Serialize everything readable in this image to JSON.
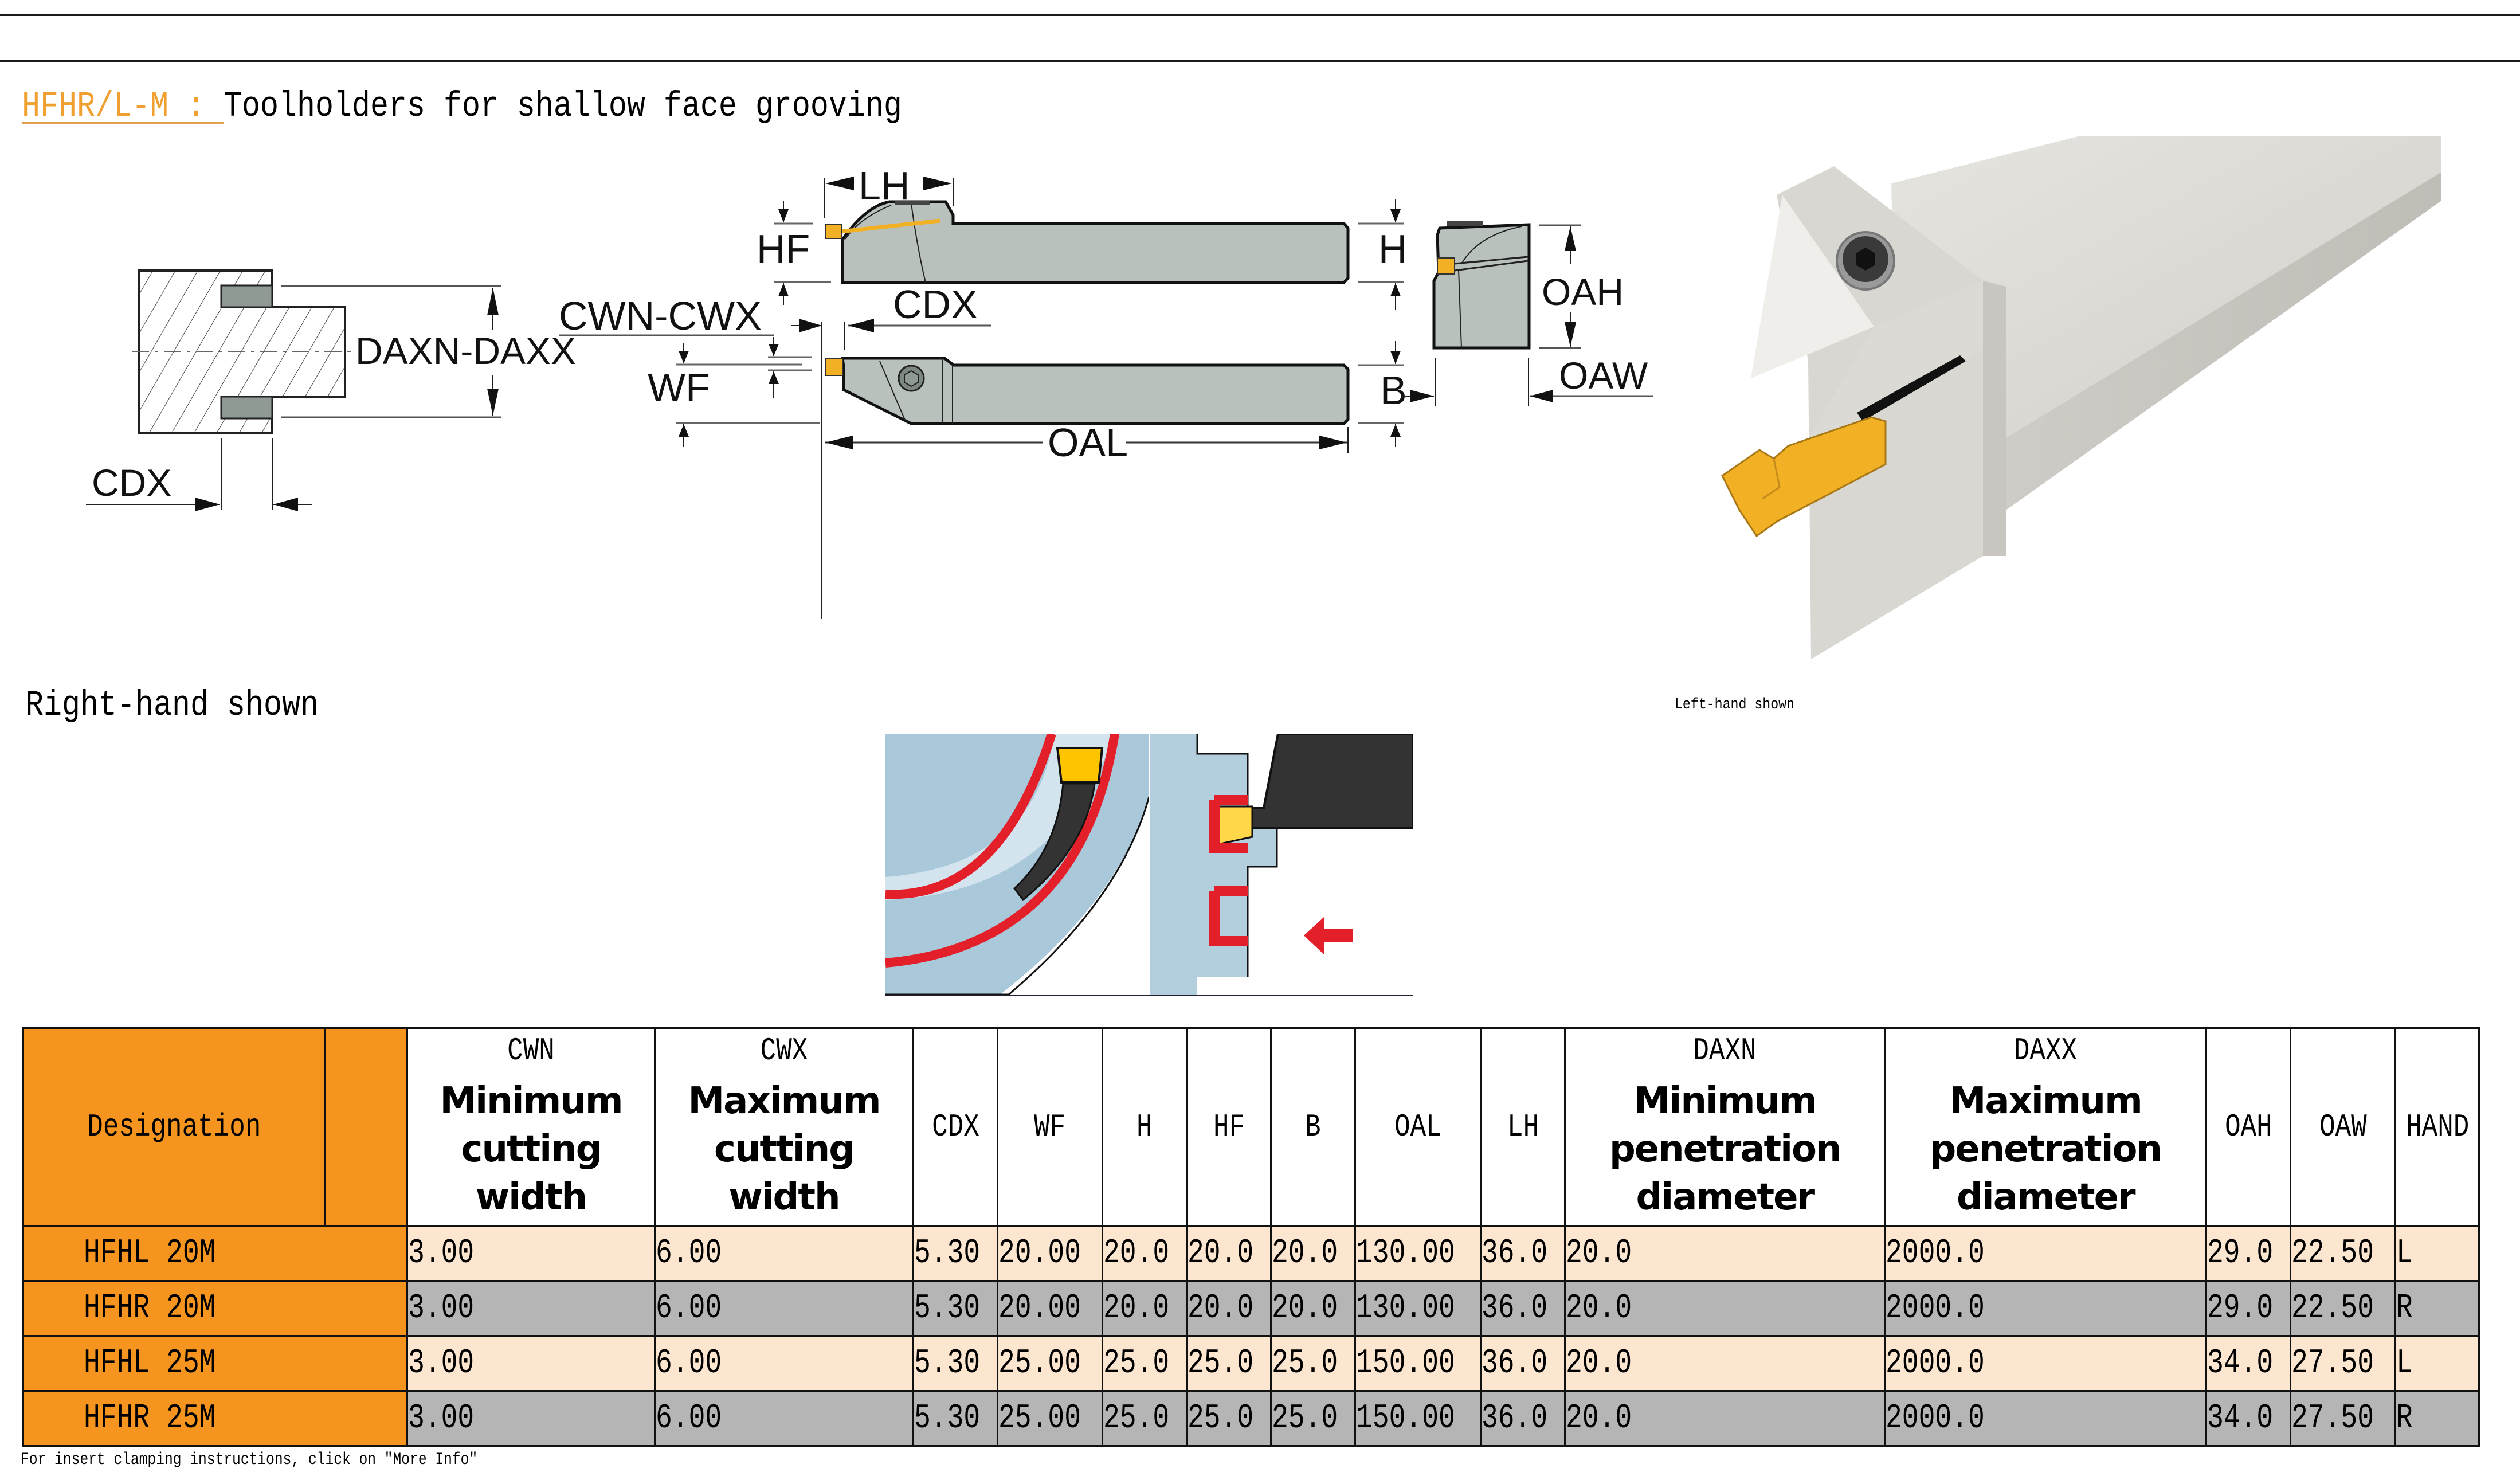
{
  "header": {
    "code": "HFHR/L-M : ",
    "title": "Toolholders for shallow face grooving"
  },
  "captions": {
    "right_hand": "Right-hand shown",
    "left_hand": "Left-hand shown"
  },
  "diagram_labels": {
    "daxn_daxx": "DAXN-DAXX",
    "cdx_left": "CDX",
    "lh": "LH",
    "hf": "HF",
    "h": "H",
    "cdx": "CDX",
    "cwn_cwx": "CWN-CWX",
    "wf": "WF",
    "b": "B",
    "oal": "OAL",
    "oah": "OAH",
    "oaw": "OAW"
  },
  "colors": {
    "accent_orange": "#f5951f",
    "row_light": "#fde6d0",
    "row_grey": "#b5b5b5",
    "insert_yellow": "#f2b124",
    "holder_grey": "#b9c1bc",
    "workpiece_blue": "#a9c8d9",
    "chip_red": "#e3202a"
  },
  "table": {
    "designation_header": "Designation",
    "columns": [
      {
        "code": "CWN",
        "desc": "Minimum cutting width"
      },
      {
        "code": "CWX",
        "desc": "Maximum cutting width"
      },
      {
        "code": "CDX"
      },
      {
        "code": "WF"
      },
      {
        "code": "H"
      },
      {
        "code": "HF"
      },
      {
        "code": "B"
      },
      {
        "code": "OAL"
      },
      {
        "code": "LH"
      },
      {
        "code": "DAXN",
        "desc": "Minimum penetration diameter"
      },
      {
        "code": "DAXX",
        "desc": "Maximum penetration diameter"
      },
      {
        "code": "OAH"
      },
      {
        "code": "OAW"
      },
      {
        "code": "HAND"
      }
    ],
    "rows": [
      {
        "designation": "HFHL 20M",
        "values": [
          "3.00",
          "6.00",
          "5.30",
          "20.00",
          "20.0",
          "20.0",
          "20.0",
          "130.00",
          "36.0",
          "20.0",
          "2000.0",
          "29.0",
          "22.50",
          "L"
        ]
      },
      {
        "designation": "HFHR 20M",
        "values": [
          "3.00",
          "6.00",
          "5.30",
          "20.00",
          "20.0",
          "20.0",
          "20.0",
          "130.00",
          "36.0",
          "20.0",
          "2000.0",
          "29.0",
          "22.50",
          "R"
        ]
      },
      {
        "designation": "HFHL 25M",
        "values": [
          "3.00",
          "6.00",
          "5.30",
          "25.00",
          "25.0",
          "25.0",
          "25.0",
          "150.00",
          "36.0",
          "20.0",
          "2000.0",
          "34.0",
          "27.50",
          "L"
        ]
      },
      {
        "designation": "HFHR 25M",
        "values": [
          "3.00",
          "6.00",
          "5.30",
          "25.00",
          "25.0",
          "25.0",
          "25.0",
          "150.00",
          "36.0",
          "20.0",
          "2000.0",
          "34.0",
          "27.50",
          "R"
        ]
      }
    ]
  },
  "footer": "For insert clamping instructions, click on \"More Info\""
}
